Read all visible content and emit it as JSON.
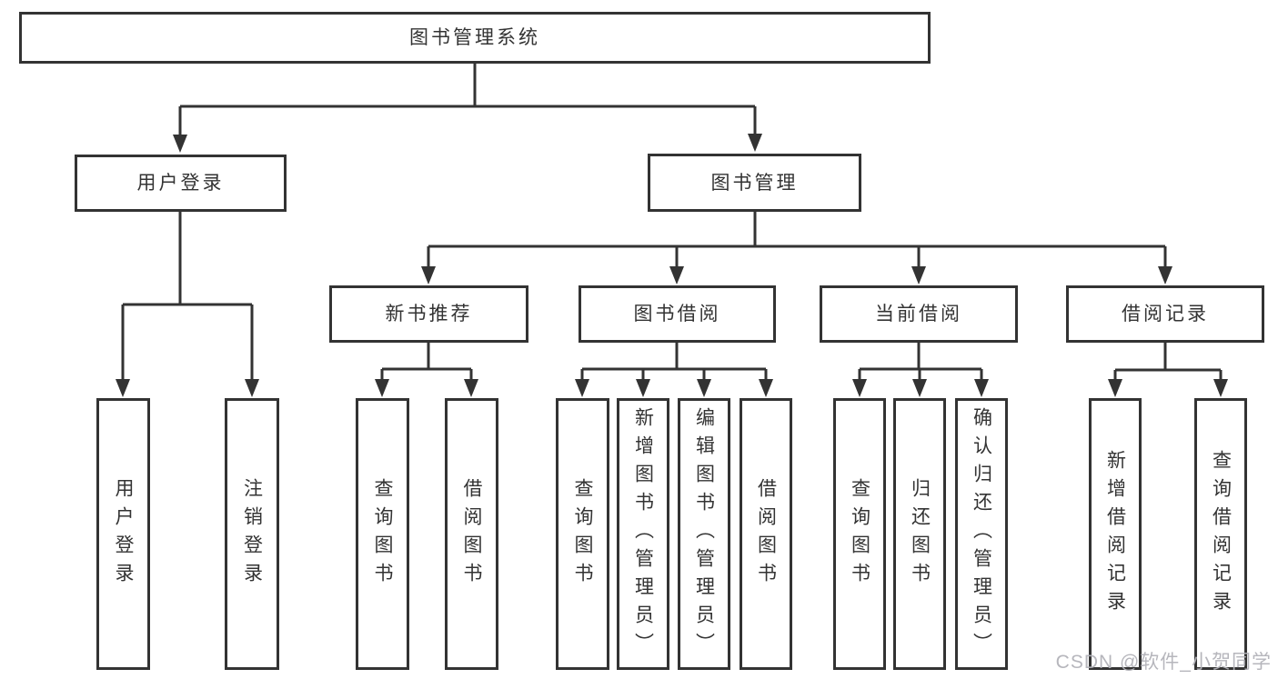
{
  "diagram": {
    "title": "图书管理系统",
    "root": {
      "label": "图书管理系统"
    },
    "level2": [
      {
        "id": "user-login",
        "label": "用户登录"
      },
      {
        "id": "book-management",
        "label": "图书管理"
      }
    ],
    "level3": [
      {
        "id": "new-book-recommend",
        "label": "新书推荐",
        "parent": "book-management"
      },
      {
        "id": "book-borrow",
        "label": "图书借阅",
        "parent": "book-management"
      },
      {
        "id": "current-borrow",
        "label": "当前借阅",
        "parent": "book-management"
      },
      {
        "id": "borrow-records",
        "label": "借阅记录",
        "parent": "book-management"
      }
    ],
    "leaves": [
      {
        "parent": "user-login",
        "label": "用户登录"
      },
      {
        "parent": "user-login",
        "label": "注销登录"
      },
      {
        "parent": "new-book-recommend",
        "label": "查询图书"
      },
      {
        "parent": "new-book-recommend",
        "label": "借阅图书"
      },
      {
        "parent": "book-borrow",
        "label": "查询图书"
      },
      {
        "parent": "book-borrow",
        "label": "新增图书（管理员）"
      },
      {
        "parent": "book-borrow",
        "label": "编辑图书（管理员）"
      },
      {
        "parent": "book-borrow",
        "label": "借阅图书"
      },
      {
        "parent": "current-borrow",
        "label": "查询图书"
      },
      {
        "parent": "current-borrow",
        "label": "归还图书"
      },
      {
        "parent": "current-borrow",
        "label": "确认归还（管理员）"
      },
      {
        "parent": "borrow-records",
        "label": "新增借阅记录"
      },
      {
        "parent": "borrow-records",
        "label": "查询借阅记录"
      }
    ],
    "line_color": "#333333"
  },
  "watermark": {
    "text": "CSDN @软件_小贺同学"
  }
}
